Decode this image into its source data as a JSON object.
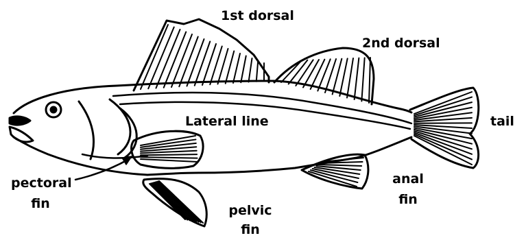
{
  "labels": {
    "first_dorsal": "1st dorsal",
    "second_dorsal": "2nd dorsal",
    "lateral_line": "Lateral line",
    "tail": "tail",
    "pectoral_line1": "pectoral",
    "pectoral_line2": "fin",
    "pelvic_line1": "pelvic",
    "pelvic_line2": "fin",
    "anal_line1": "anal",
    "anal_line2": "fin"
  },
  "colors": {
    "ink": "#000000",
    "paper": "#ffffff"
  }
}
